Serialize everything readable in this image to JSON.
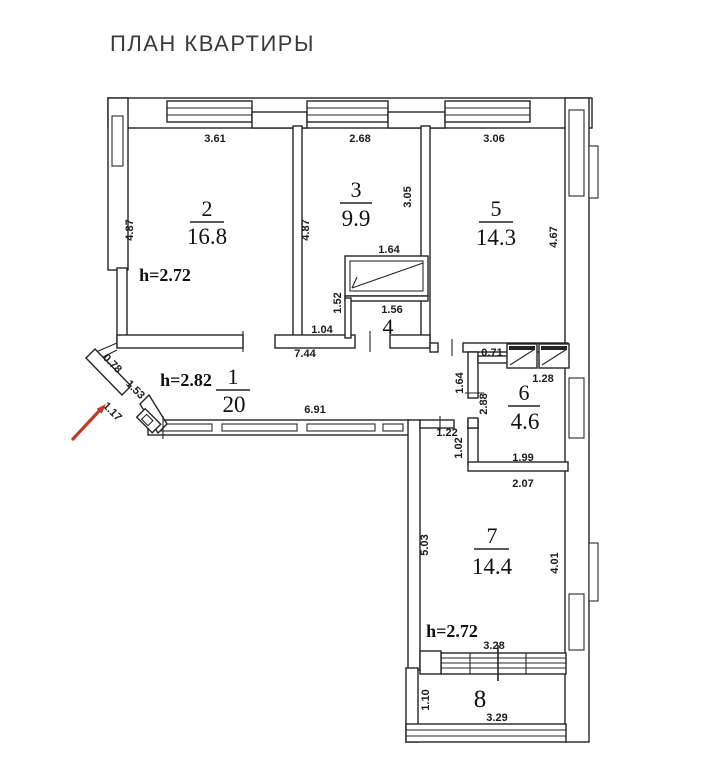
{
  "title": "ПЛАН КВАРТИРЫ",
  "colors": {
    "arrow": "#c13a22",
    "wall_line": "#242424"
  },
  "plan": {
    "rooms": [
      {
        "num": "1",
        "area": "20",
        "h": "h=2.82"
      },
      {
        "num": "2",
        "area": "16.8",
        "h": "h=2.72"
      },
      {
        "num": "3",
        "area": "9.9"
      },
      {
        "num": "4"
      },
      {
        "num": "5",
        "area": "14.3"
      },
      {
        "num": "6",
        "area": "4.6"
      },
      {
        "num": "7",
        "area": "14.4",
        "h": "h=2.72"
      },
      {
        "num": "8"
      }
    ],
    "dims": {
      "top_room2": "3.61",
      "top_room3": "2.68",
      "top_room5": "3.06",
      "room2_left": "4.87",
      "room2_right": "4.87",
      "room3_right": "3.05",
      "room5_right": "4.67",
      "closet_top": "1.64",
      "closet_left": "1.52",
      "room4_width": "1.56",
      "room3_bottom_seg": "1.04",
      "hall_top": "7.44",
      "hall_bottom": "6.91",
      "entry_seg1": "0.78",
      "entry_seg2": "1.53",
      "entry_seg3": "1.17",
      "room6_top": "0.71",
      "room6_vent": "1.28",
      "room6_left_upper": "1.64",
      "room6_left": "2.88",
      "room6_left_lower": "1.02",
      "room6_bottom": "1.99",
      "room6_bottom_outer": "2.07",
      "room7_top": "1.22",
      "room7_left": "5.03",
      "room7_right": "4.01",
      "room7_bottom": "3.28",
      "room8_left": "1.10",
      "room8_bottom": "3.29"
    }
  }
}
